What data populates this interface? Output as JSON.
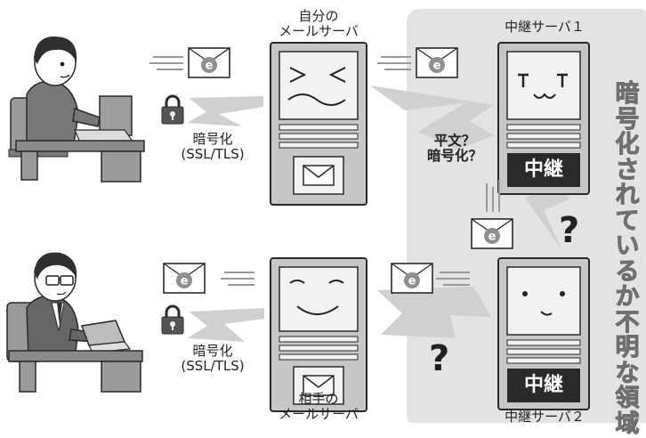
{
  "labels": {
    "my_server": "自分の\nメールサーバ",
    "relay_server_1": "中継サーバ１",
    "relay_server_2": "中継サーバ２",
    "partner_server": "相手の\nメールサーバ",
    "encryption_top": "暗号化\n(SSL/TLS)",
    "encryption_bottom": "暗号化\n(SSL/TLS)",
    "plain_or_encrypted": "平文？\n暗号化？",
    "question_mark_right": "?",
    "question_mark_bottom": "?",
    "relay_badge_1": "中継",
    "relay_badge_2": "中継",
    "unknown_area_title": "暗\n号\n化\nさ\nれ\nて\nい\nる\nか\n不\n明\nな\n領\n域"
  },
  "colors": {
    "unknown_area_bg": "#e3e3e3",
    "server_body": "#c7c7c7",
    "server_panel": "#f2f2f2",
    "envelope_badge": "#8f8f8f",
    "bolt": "#d0d0d0",
    "outline": "#2a2a2a"
  }
}
